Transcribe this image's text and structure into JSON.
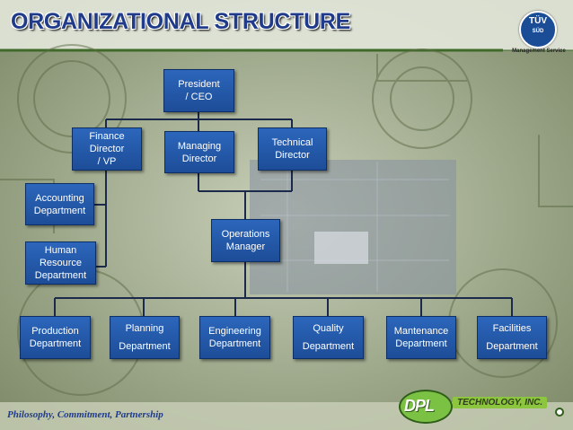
{
  "header": {
    "title": "ORGANIZATIONAL STRUCTURE"
  },
  "badge": {
    "text_top": "TÜV",
    "text_bottom": "SÜD",
    "caption": "Management Service"
  },
  "nodes": {
    "president": [
      "President",
      "/ CEO"
    ],
    "finance": [
      "Finance Director",
      "/ VP"
    ],
    "managing": [
      "Managing",
      "Director"
    ],
    "technical": [
      "Technical",
      "Director"
    ],
    "accounting": [
      "Accounting",
      "Department"
    ],
    "hr": [
      "Human",
      "Resource",
      "Department"
    ],
    "operations": [
      "Operations",
      "Manager"
    ],
    "production": [
      "Production",
      "Department"
    ],
    "planning": [
      "Planning",
      "Department"
    ],
    "engineering": [
      "Engineering",
      "Department"
    ],
    "quality": [
      "Quality",
      "Department"
    ],
    "maintenance": [
      "Mantenance",
      "Department"
    ],
    "facilities": [
      "Facilities",
      "Department"
    ]
  },
  "footer": {
    "tagline": "Philosophy, Commitment, Partnership"
  },
  "logo": {
    "mark": "DPL",
    "text": "TECHNOLOGY, INC."
  },
  "colors": {
    "box": "#2358a8",
    "title": "#1f3b8a",
    "accent_green": "#7bc143"
  }
}
